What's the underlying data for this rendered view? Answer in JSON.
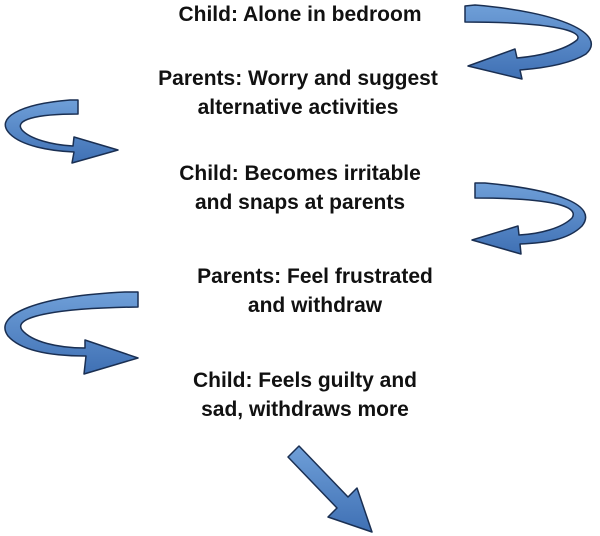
{
  "diagram": {
    "steps": [
      {
        "lines": [
          "Child: Alone in bedroom"
        ]
      },
      {
        "lines": [
          "Parents: Worry and suggest",
          "alternative activities"
        ]
      },
      {
        "lines": [
          "Child: Becomes irritable",
          "and snaps at parents"
        ]
      },
      {
        "lines": [
          "Parents: Feel frustrated",
          "and withdraw"
        ]
      },
      {
        "lines": [
          "Child: Feels guilty and",
          "sad, withdraws more"
        ]
      }
    ]
  },
  "colors": {
    "arrow_fill": "#4a7ec2",
    "arrow_fill_light": "#6f9fd8",
    "arrow_stroke": "#1a2f52",
    "text": "#111111"
  }
}
